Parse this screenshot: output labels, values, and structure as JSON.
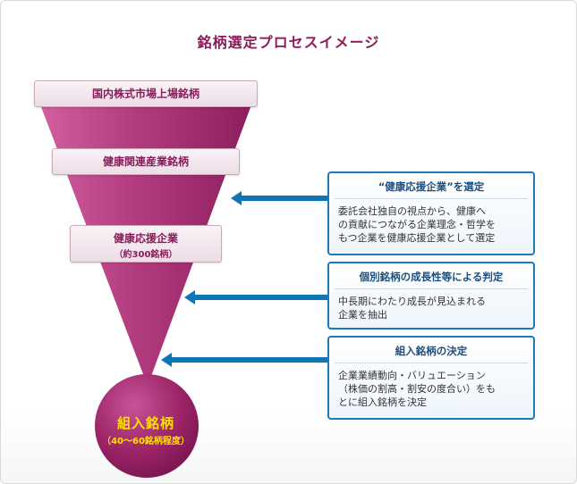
{
  "title": "銘柄選定プロセスイメージ",
  "funnel": {
    "levels": [
      {
        "label": "国内株式市場上場銘柄",
        "sub": ""
      },
      {
        "label": "健康関連産業銘柄",
        "sub": ""
      },
      {
        "label": "健康応援企業",
        "sub": "（約300銘柄）"
      }
    ],
    "goal": {
      "label": "組入銘柄",
      "sub": "（40～60銘柄程度）"
    }
  },
  "steps": [
    {
      "title": "“健康応援企業”を選定",
      "body": [
        "委託会社独自の視点から、健康へ",
        "の貢献につながる企業理念・哲学を",
        "もつ企業を健康応援企業として選定"
      ]
    },
    {
      "title": "個別銘柄の成長性等による判定",
      "body": [
        "中長期にわたり成長が見込まれる",
        "企業を抽出"
      ]
    },
    {
      "title": "組入銘柄の決定",
      "body": [
        "企業業績動向・バリュエーション",
        "（株価の割高・割安の度合い）をも",
        "とに組入銘柄を決定"
      ]
    }
  ],
  "colors": {
    "funnel": "#a52f70",
    "funnel_dark": "#8a1c5c",
    "arrow": "#0d74b6",
    "goal_text": "#ffe000"
  }
}
